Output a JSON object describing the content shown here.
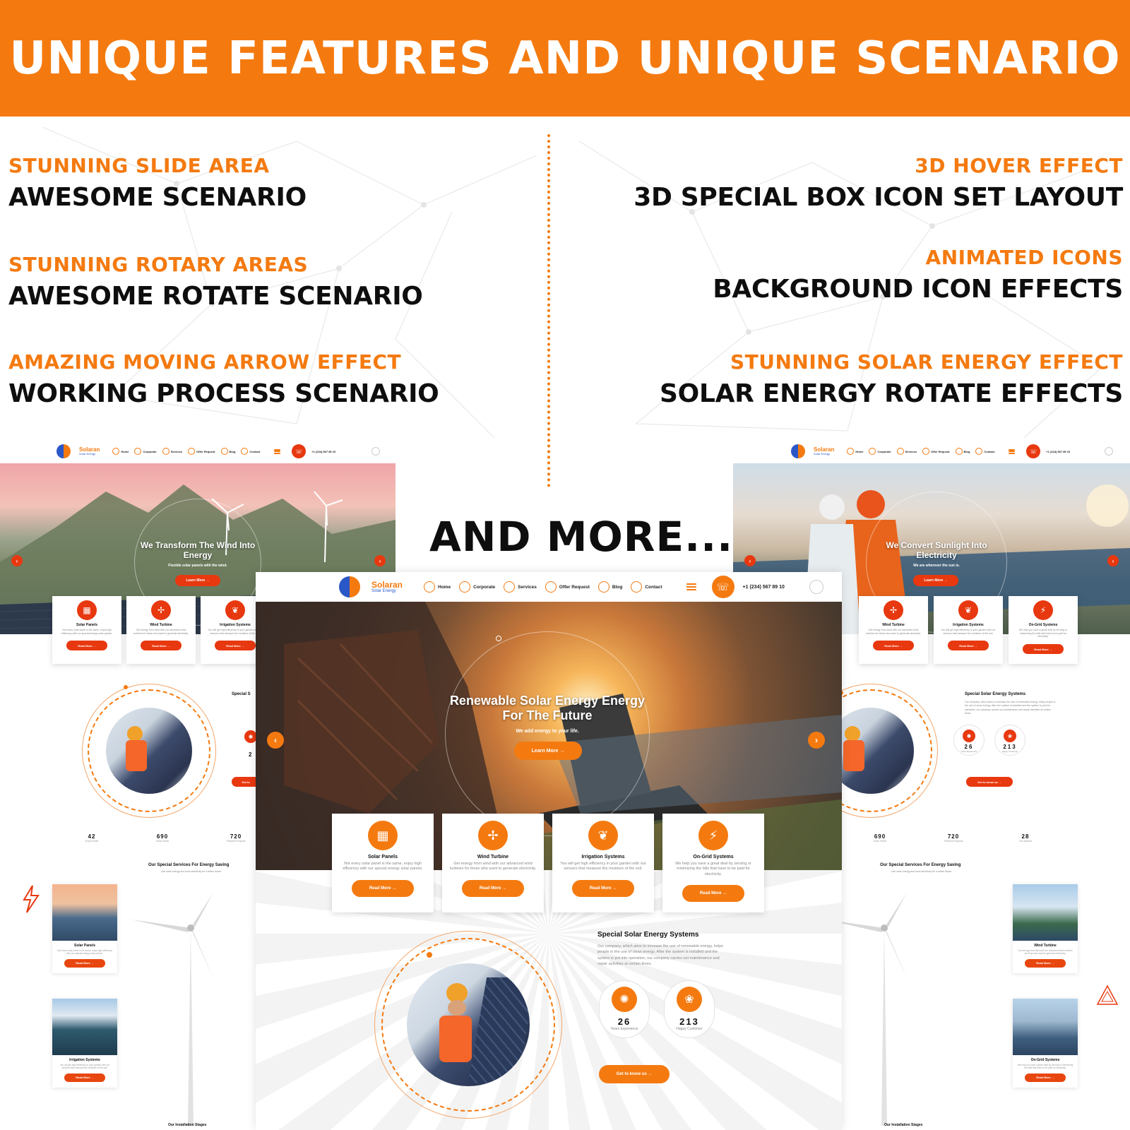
{
  "banner": {
    "title": "UNIQUE FEATURES AND UNIQUE SCENARIO"
  },
  "features": {
    "left": [
      {
        "sub": "STUNNING SLIDE AREA",
        "main": "AWESOME SCENARIO"
      },
      {
        "sub": "STUNNING ROTARY AREAS",
        "main": "AWESOME ROTATE SCENARIO"
      },
      {
        "sub": "AMAZING MOVING ARROW EFFECT",
        "main": "WORKING PROCESS SCENARIO"
      }
    ],
    "right": [
      {
        "sub": "3D HOVER EFFECT",
        "main": "3D SPECIAL BOX ICON SET LAYOUT"
      },
      {
        "sub": "ANIMATED ICONS",
        "main": "BACKGROUND ICON EFFECTS"
      },
      {
        "sub": "STUNNING SOLAR ENERGY EFFECT",
        "main": "SOLAR ENERGY ROTATE EFFECTS"
      }
    ]
  },
  "and_more": "AND MORE...",
  "site": {
    "logo_name": "Solaran",
    "logo_sub": "Solar Energy",
    "nav": [
      "Home",
      "Corporate",
      "Services",
      "Offer Request",
      "Blog",
      "Contact"
    ],
    "phone": "+1 (234) 567 89 10",
    "icons": {
      "menu": "hamburger-icon",
      "phone": "phone-icon",
      "search": "search-icon",
      "prev": "chevron-left-icon",
      "next": "chevron-right-icon"
    }
  },
  "center": {
    "hero_title": "Renewable Solar Energy Energy For The Future",
    "hero_sub": "We add energy to your life.",
    "hero_btn": "Learn More →",
    "cards": [
      {
        "title": "Solar Panels",
        "text": "Not every solar panel is the same, enjoy high efficiency with our special energy solar panels.",
        "btn": "Read More →",
        "icon": "solar-panel-icon"
      },
      {
        "title": "Wind Turbine",
        "text": "Get energy from wind with our advanced wind turbines for those who want to generate electricity.",
        "btn": "Read More →",
        "icon": "wind-turbine-icon"
      },
      {
        "title": "Irrigation Systems",
        "text": "You will get high efficiency in your garden with our sensors that measure the moisture of the soil.",
        "btn": "Read More →",
        "icon": "irrigation-icon"
      },
      {
        "title": "On-Grid Systems",
        "text": "We help you save a great deal by zeroing or minimizing the bills that have to be paid for electricity.",
        "btn": "Read More →",
        "icon": "lightning-icon"
      }
    ],
    "about_title": "Special Solar Energy Systems",
    "about_text": "Our company, which aims to increase the use of renewable energy, helps people in the use of clean energy. After the system is installed and the system is put into operation, our company carries out maintenance and repair activities at certain times.",
    "stats": [
      {
        "num": "26",
        "label": "Years Experience",
        "icon": "lightbulb-icon"
      },
      {
        "num": "213",
        "label": "Happy Customer",
        "icon": "plant-hand-icon"
      }
    ],
    "cta": "Get to know us →"
  },
  "left_mock": {
    "hero_title": "We Transform The Wind Into Energy",
    "hero_sub": "Flexible solar panels with the wind.",
    "hero_btn": "Learn More →",
    "cards": [
      {
        "title": "Solar Panels",
        "text": "Not every solar panel is the same, enjoy high efficiency with our special energy solar panels.",
        "btn": "Read More →"
      },
      {
        "title": "Wind Turbine",
        "text": "Get energy from wind with our advanced wind turbines for those who want to generate electricity.",
        "btn": "Read More →"
      },
      {
        "title": "Irrigation Systems",
        "text": "You will get high efficiency in your garden with our sensors that measure the moisture of the soil.",
        "btn": "Read More →"
      }
    ],
    "about_title": "Special S",
    "about_stat": "2",
    "about_btn": "Get to",
    "small_stats": [
      {
        "n": "42",
        "l": "Expert Staff"
      },
      {
        "n": "690",
        "l": "Solar Panel"
      },
      {
        "n": "720",
        "l": "Finished Projects"
      }
    ],
    "services_title": "Our Special Services For Energy Saving",
    "services_sub": "Use solar energy and save electricity for a better future.",
    "svc": [
      {
        "title": "Solar Panels",
        "text": "Not every solar panel is the same, enjoy high efficiency with our special energy solar panels.",
        "btn": "Read More →"
      },
      {
        "title": "Irrigation Systems",
        "text": "You will get high efficiency in your garden with our sensors that measure the moisture of the soil.",
        "btn": "Read More →"
      }
    ],
    "footer_heading": "Our Installation Stages"
  },
  "right_mock": {
    "hero_title": "We Convert Sunlight Into Electricity",
    "hero_sub": "We are wherever the sun is.",
    "hero_btn": "Learn More →",
    "cards": [
      {
        "title": "Wind Turbine",
        "text": "Get energy from wind with our advanced wind turbines for those who want to generate electricity.",
        "btn": "Read More →"
      },
      {
        "title": "Irrigation Systems",
        "text": "You will get high efficiency in your garden with our sensors that measure the moisture of the soil.",
        "btn": "Read More →"
      },
      {
        "title": "On-Grid Systems",
        "text": "We help you save a great deal by zeroing or minimizing the bills that have to be paid for electricity.",
        "btn": "Read More →"
      }
    ],
    "about_title": "Special Solar Energy Systems",
    "about_text": "Our company, which aims to increase the use of renewable energy, helps people in the use of clean energy. After the system is installed and the system is put into operation, our company carries out maintenance and repair activities at certain times.",
    "stats": [
      {
        "num": "26",
        "label": "Years Experience"
      },
      {
        "num": "213",
        "label": "Happy Customer"
      }
    ],
    "cta": "Get to know us →",
    "small_stats": [
      {
        "n": "690",
        "l": "Solar Panel"
      },
      {
        "n": "720",
        "l": "Finished Projects"
      },
      {
        "n": "28",
        "l": "Our Awards"
      }
    ],
    "services_title": "Our Special Services For Energy Saving",
    "services_sub": "Use solar energy and save electricity for a better future.",
    "svc": [
      {
        "title": "Wind Turbine",
        "text": "Get energy from wind with our advanced wind turbines for those who want to generate electricity.",
        "btn": "Read More →"
      },
      {
        "title": "On-Grid Systems",
        "text": "We help you save a great deal by zeroing or minimizing the bills that have to be paid for electricity.",
        "btn": "Read More →"
      }
    ],
    "footer_heading": "Our Installation Stages"
  },
  "colors": {
    "accent": "#f47a10",
    "accent_red": "#e8380f",
    "brand_blue": "#2a57c8",
    "text_dark": "#0e0e0e"
  }
}
